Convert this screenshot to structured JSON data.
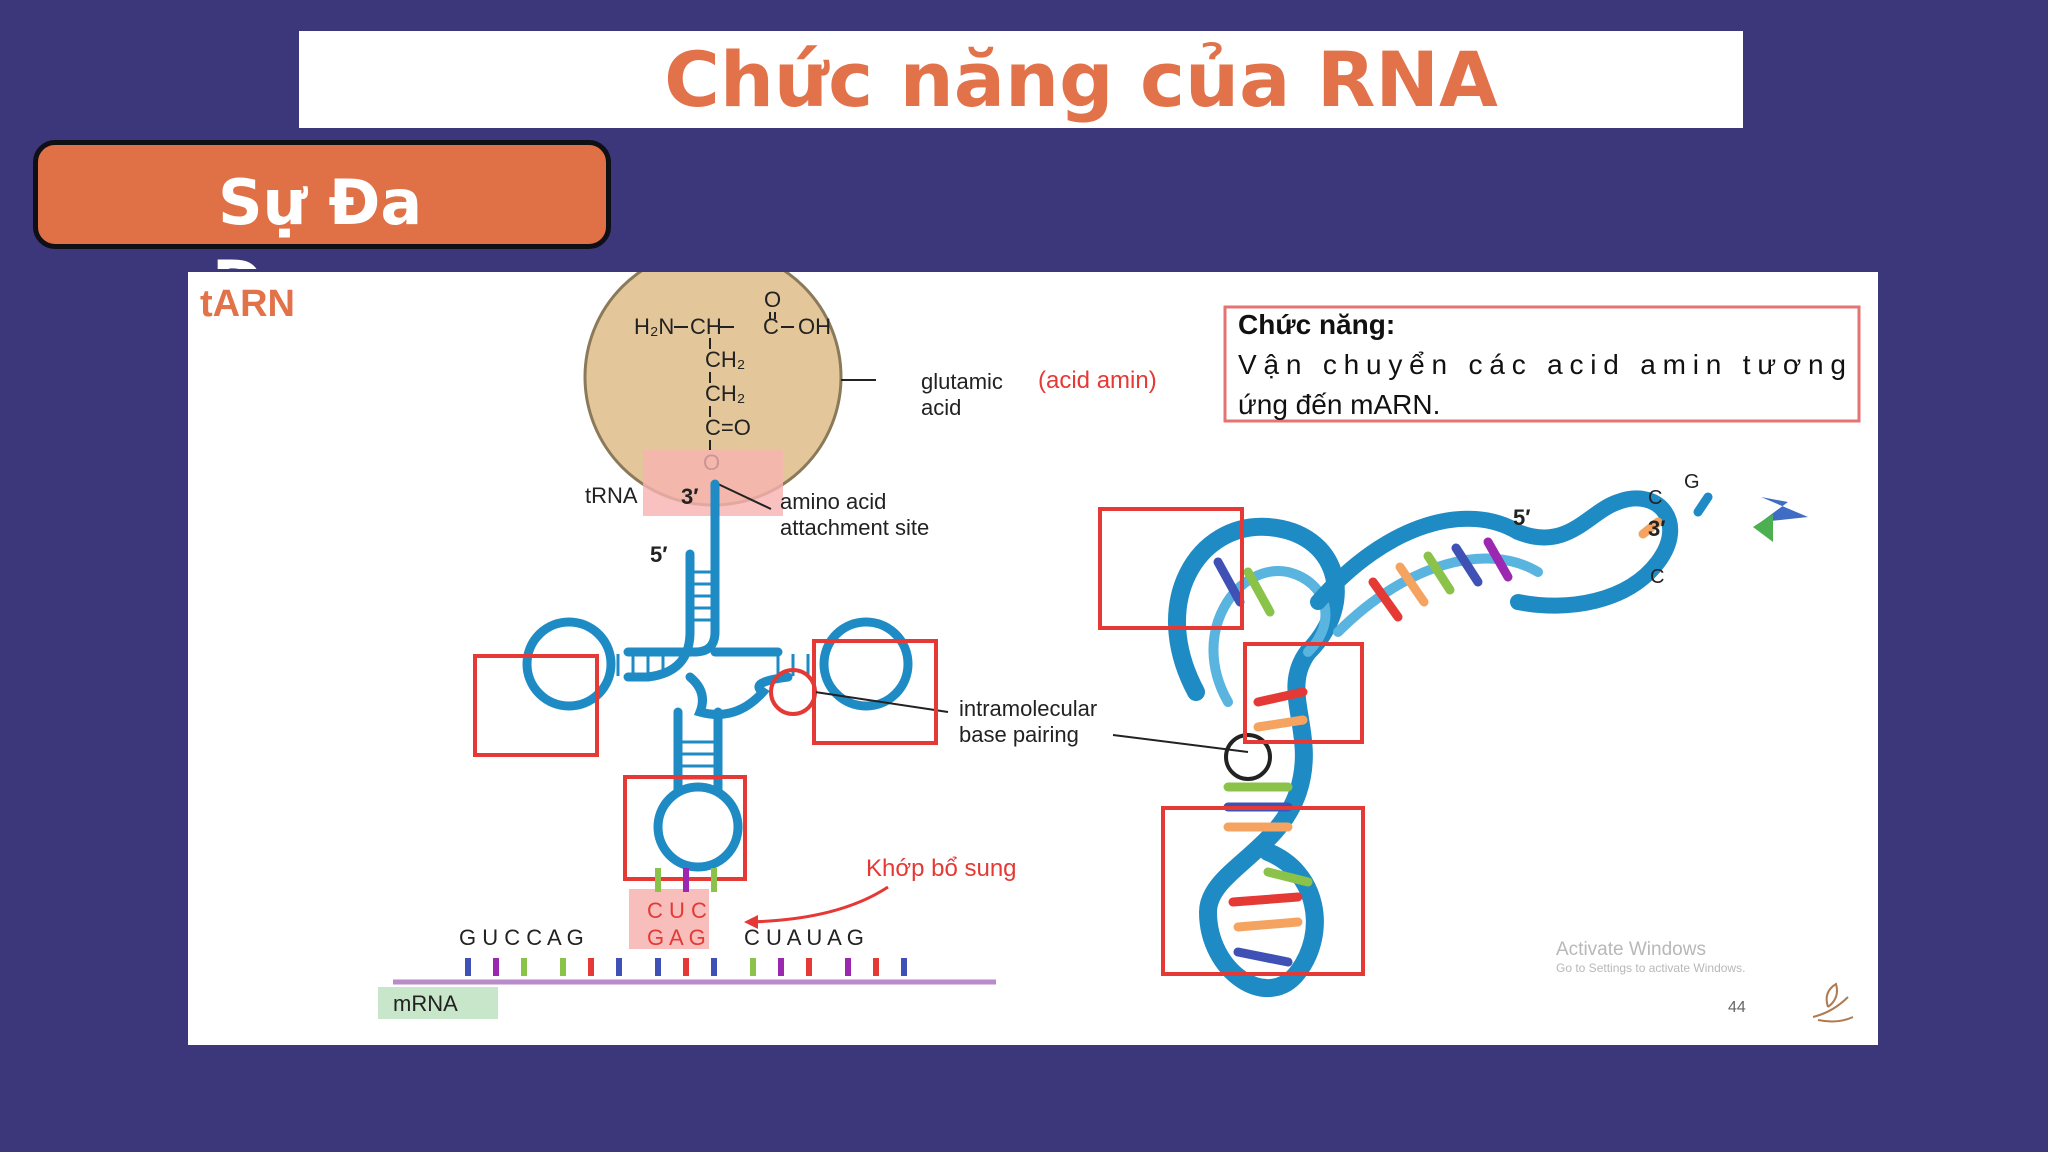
{
  "slide": {
    "title": "Chức năng của RNA",
    "badge": "Sự Đa",
    "badge_overflow": "D",
    "page_number": "44"
  },
  "diagram": {
    "label_tarn": "tARN",
    "chemistry": {
      "amine": "H₂N",
      "ch": "CH",
      "c": "C",
      "oh": "OH",
      "o_top": "O",
      "ch2_1": "CH₂",
      "ch2_2": "CH₂",
      "c_eq_o": "C=O",
      "o_bottom": "O"
    },
    "label_glutamic": "glutamic",
    "label_acid": "acid",
    "label_acid_amin": "(acid amin)",
    "label_trna": "tRNA",
    "label_3prime": "3′",
    "label_5prime": "5′",
    "label_amino_acid": "amino acid",
    "label_attachment_site": "attachment site",
    "label_intramolecular": "intramolecular",
    "label_base_pairing": "base pairing",
    "label_khop_bo_sung": "Khớp bổ sung",
    "anticodon": "C U C",
    "codon": "G A G",
    "mrna_left": "G U C  C A G",
    "mrna_right": "C U A  U A G",
    "label_mrna": "mRNA",
    "function_box": {
      "heading": "Chức năng:",
      "line1": "Vận  chuyển  các  acid  amin  tương",
      "line2": "ứng đến mARN."
    },
    "model_3d": {
      "label_5prime": "5′",
      "label_3prime": "3′",
      "label_g": "G",
      "label_c1": "C",
      "label_c2": "C"
    }
  },
  "watermark": {
    "line1": "Activate Windows",
    "line2": "Go to Settings to activate Windows."
  },
  "colors": {
    "background": "#3b377a",
    "accent_orange": "#e07045",
    "title_orange": "#e2724a",
    "highlight_red": "#e53935",
    "highlight_pink": "#f7b3b0",
    "trna_blue": "#1f8bc4"
  }
}
